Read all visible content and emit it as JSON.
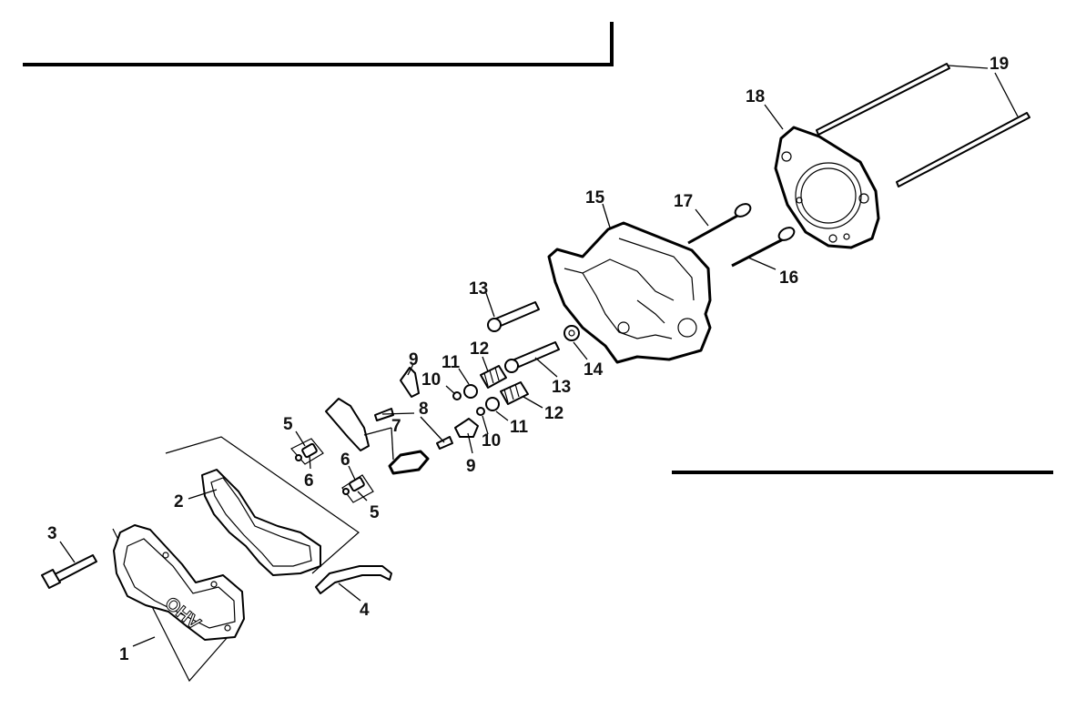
{
  "diagram": {
    "callouts": [
      {
        "id": "c1",
        "text": "1"
      },
      {
        "id": "c2",
        "text": "2"
      },
      {
        "id": "c3",
        "text": "3"
      },
      {
        "id": "c4",
        "text": "4"
      },
      {
        "id": "c5a",
        "text": "5"
      },
      {
        "id": "c5b",
        "text": "5"
      },
      {
        "id": "c6a",
        "text": "6"
      },
      {
        "id": "c6b",
        "text": "6"
      },
      {
        "id": "c7",
        "text": "7"
      },
      {
        "id": "c8",
        "text": "8"
      },
      {
        "id": "c9a",
        "text": "9"
      },
      {
        "id": "c9b",
        "text": "9"
      },
      {
        "id": "c10a",
        "text": "10"
      },
      {
        "id": "c10b",
        "text": "10"
      },
      {
        "id": "c11a",
        "text": "11"
      },
      {
        "id": "c11b",
        "text": "11"
      },
      {
        "id": "c12a",
        "text": "12"
      },
      {
        "id": "c12b",
        "text": "12"
      },
      {
        "id": "c13a",
        "text": "13"
      },
      {
        "id": "c13b",
        "text": "13"
      },
      {
        "id": "c14",
        "text": "14"
      },
      {
        "id": "c15",
        "text": "15"
      },
      {
        "id": "c16",
        "text": "16"
      },
      {
        "id": "c17",
        "text": "17"
      },
      {
        "id": "c18",
        "text": "18"
      },
      {
        "id": "c19",
        "text": "19"
      }
    ],
    "cover_marking": "OHV"
  }
}
